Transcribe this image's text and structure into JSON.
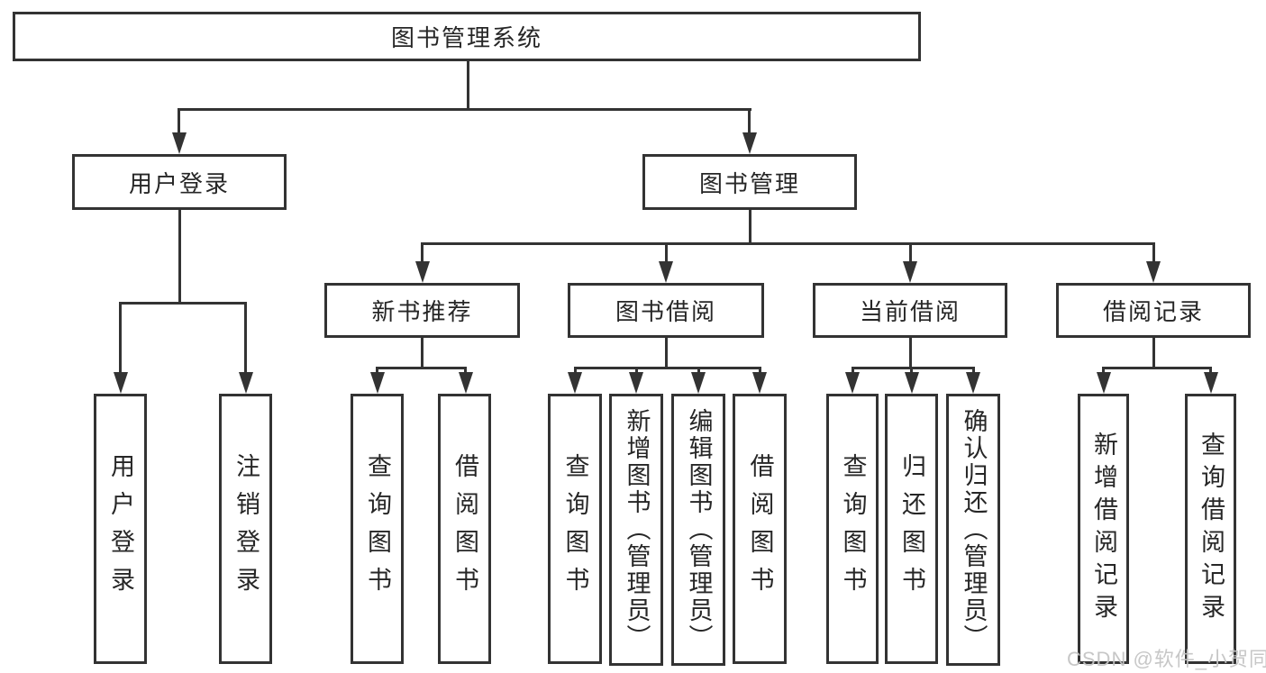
{
  "colors": {
    "line": "#333333",
    "text": "#262626",
    "background": "#ffffff",
    "watermark": "#c4c4c4"
  },
  "tree": {
    "root": {
      "label": "图书管理系统"
    },
    "branches": [
      {
        "label": "用户登录",
        "leaves": [
          {
            "label": "用户登录"
          },
          {
            "label": "注销登录"
          }
        ]
      },
      {
        "label": "图书管理",
        "groups": [
          {
            "label": "新书推荐",
            "leaves": [
              {
                "label": "查询图书"
              },
              {
                "label": "借阅图书"
              }
            ]
          },
          {
            "label": "图书借阅",
            "leaves": [
              {
                "label": "查询图书"
              },
              {
                "label": "新增图书（管理员）"
              },
              {
                "label": "编辑图书（管理员）"
              },
              {
                "label": "借阅图书"
              }
            ]
          },
          {
            "label": "当前借阅",
            "leaves": [
              {
                "label": "查询图书"
              },
              {
                "label": "归还图书"
              },
              {
                "label": "确认归还（管理员）"
              }
            ]
          },
          {
            "label": "借阅记录",
            "leaves": [
              {
                "label": "新增借阅记录"
              },
              {
                "label": "查询借阅记录"
              }
            ]
          }
        ]
      }
    ]
  },
  "watermark": {
    "text": "CSDN @软件_小贺同学"
  }
}
